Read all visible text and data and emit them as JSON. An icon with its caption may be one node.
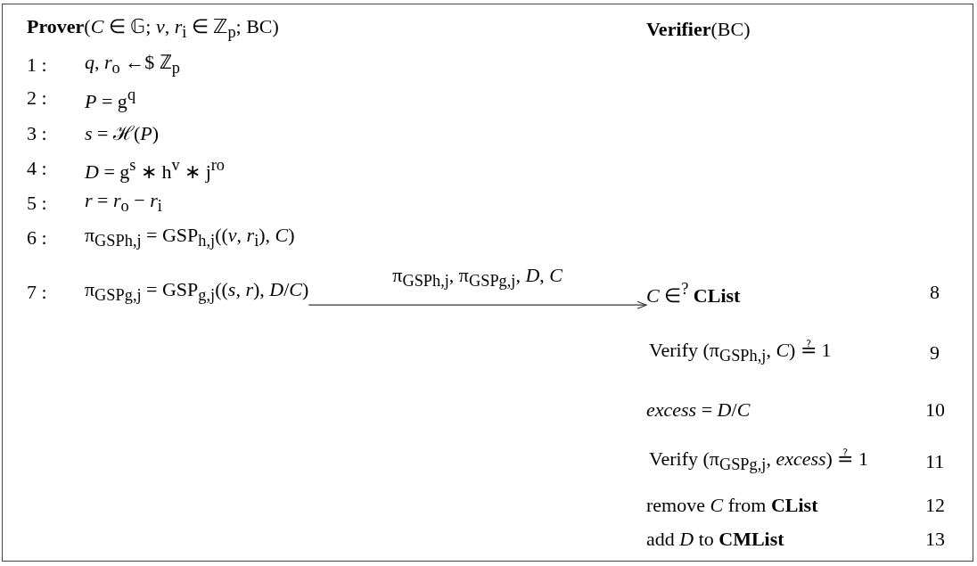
{
  "diagram": {
    "nodes": [
      {
        "text": [
          "π$_{GSPg,j}$ = GSP$_{g,j}$((*s*, *r*), *D*/*C*)"
        ],
        "beside": [
          "7 :"
        ]
      },
      {
        "text": [
          "*C* ∈$^{?}$ **CList**"
        ]
      }
    ],
    "edges": [
      {
        "from": 0,
        "to": 1,
        "arrow": "to",
        "label": "π$_{GSPh,j}$, π$_{GSPg,j}$, *D*, *C*"
      }
    ],
    "labels": [
      "**Prover**(*C* ∈ 𝔾; *v*, *r*$_{i}$ ∈ ℤ$_{p}$; BC)",
      "**Verifier**(BC)",
      "1 :",
      "*q*, *r*$_{o}$ ←$ ℤ$_{p}$",
      "2 :",
      "*P* = g$^{q}$",
      "3 :",
      "*s* = ℋ(*P*)",
      "4 :",
      "*D* = g$^{s}$ ∗ h$^{v}$ ∗ j$^{ro}$",
      "5 :",
      "*r* = *r*$_{o}$ − *r*$_{i}$",
      "6 :",
      "π$_{GSPh,j}$ = GSP$_{h,j}$((*v*, *r*$_{i}$), *C*)",
      "8",
      "Verify (π$_{GSPh,j}$, *C*) ≟ 1",
      "9",
      "*excess* = *D*/*C*",
      "10",
      "Verify (π$_{GSPg,j}$, *excess*) ≟ 1",
      "11",
      "remove *C* from **CList**",
      "12",
      "add *D* to **CMList**",
      "13"
    ]
  }
}
